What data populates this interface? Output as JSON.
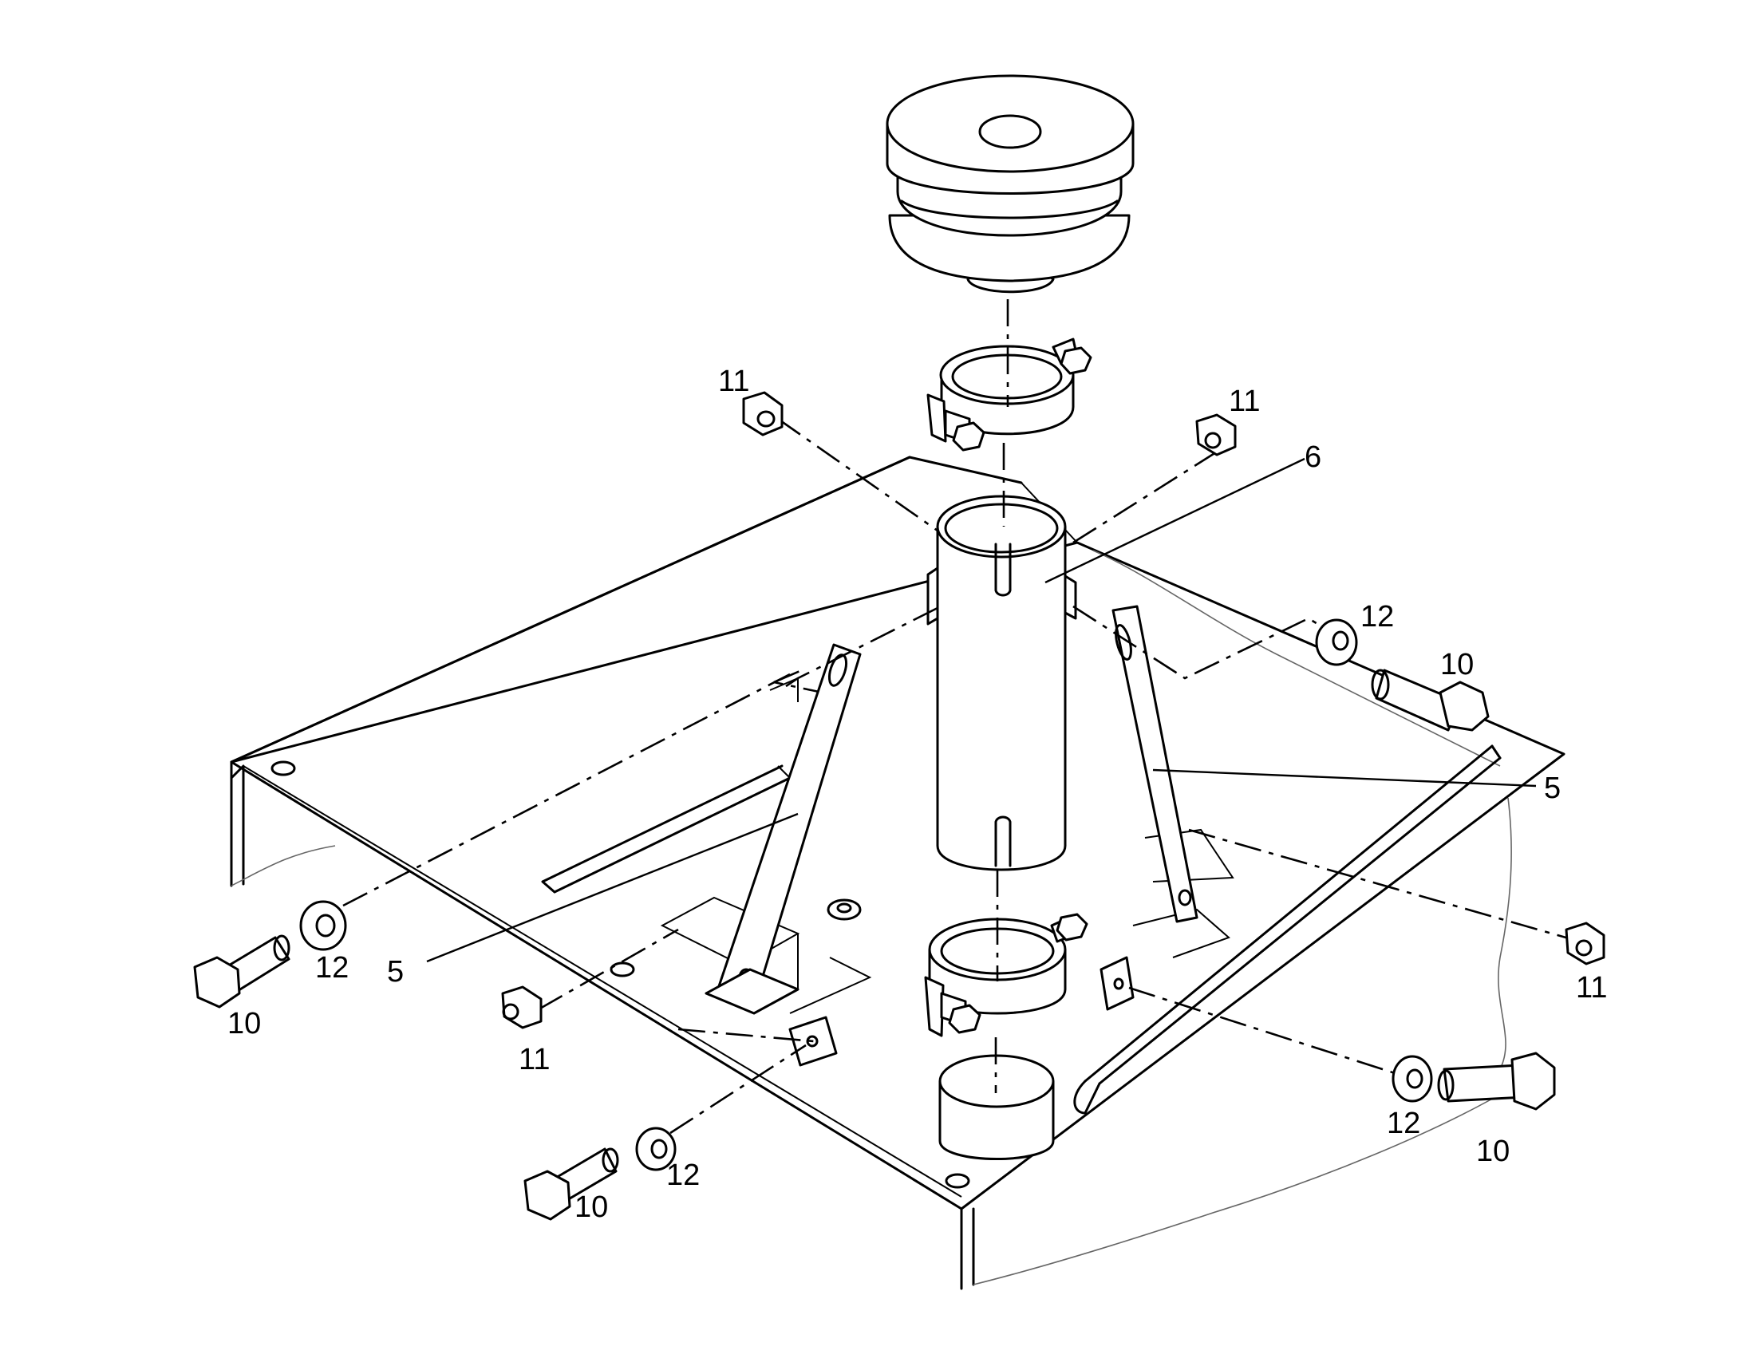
{
  "callouts": {
    "nut_top_left": "11",
    "nut_top_right": "11",
    "tube": "6",
    "washer_right_upper": "12",
    "bolt_right_upper": "10",
    "strap_right": "5",
    "nut_right": "11",
    "strap_left": "5",
    "washer_left": "12",
    "bolt_left": "10",
    "nut_left_lower": "11",
    "washer_bottom_center": "12",
    "bolt_bottom_center": "10",
    "washer_bottom_right": "12",
    "bolt_bottom_right": "10"
  }
}
